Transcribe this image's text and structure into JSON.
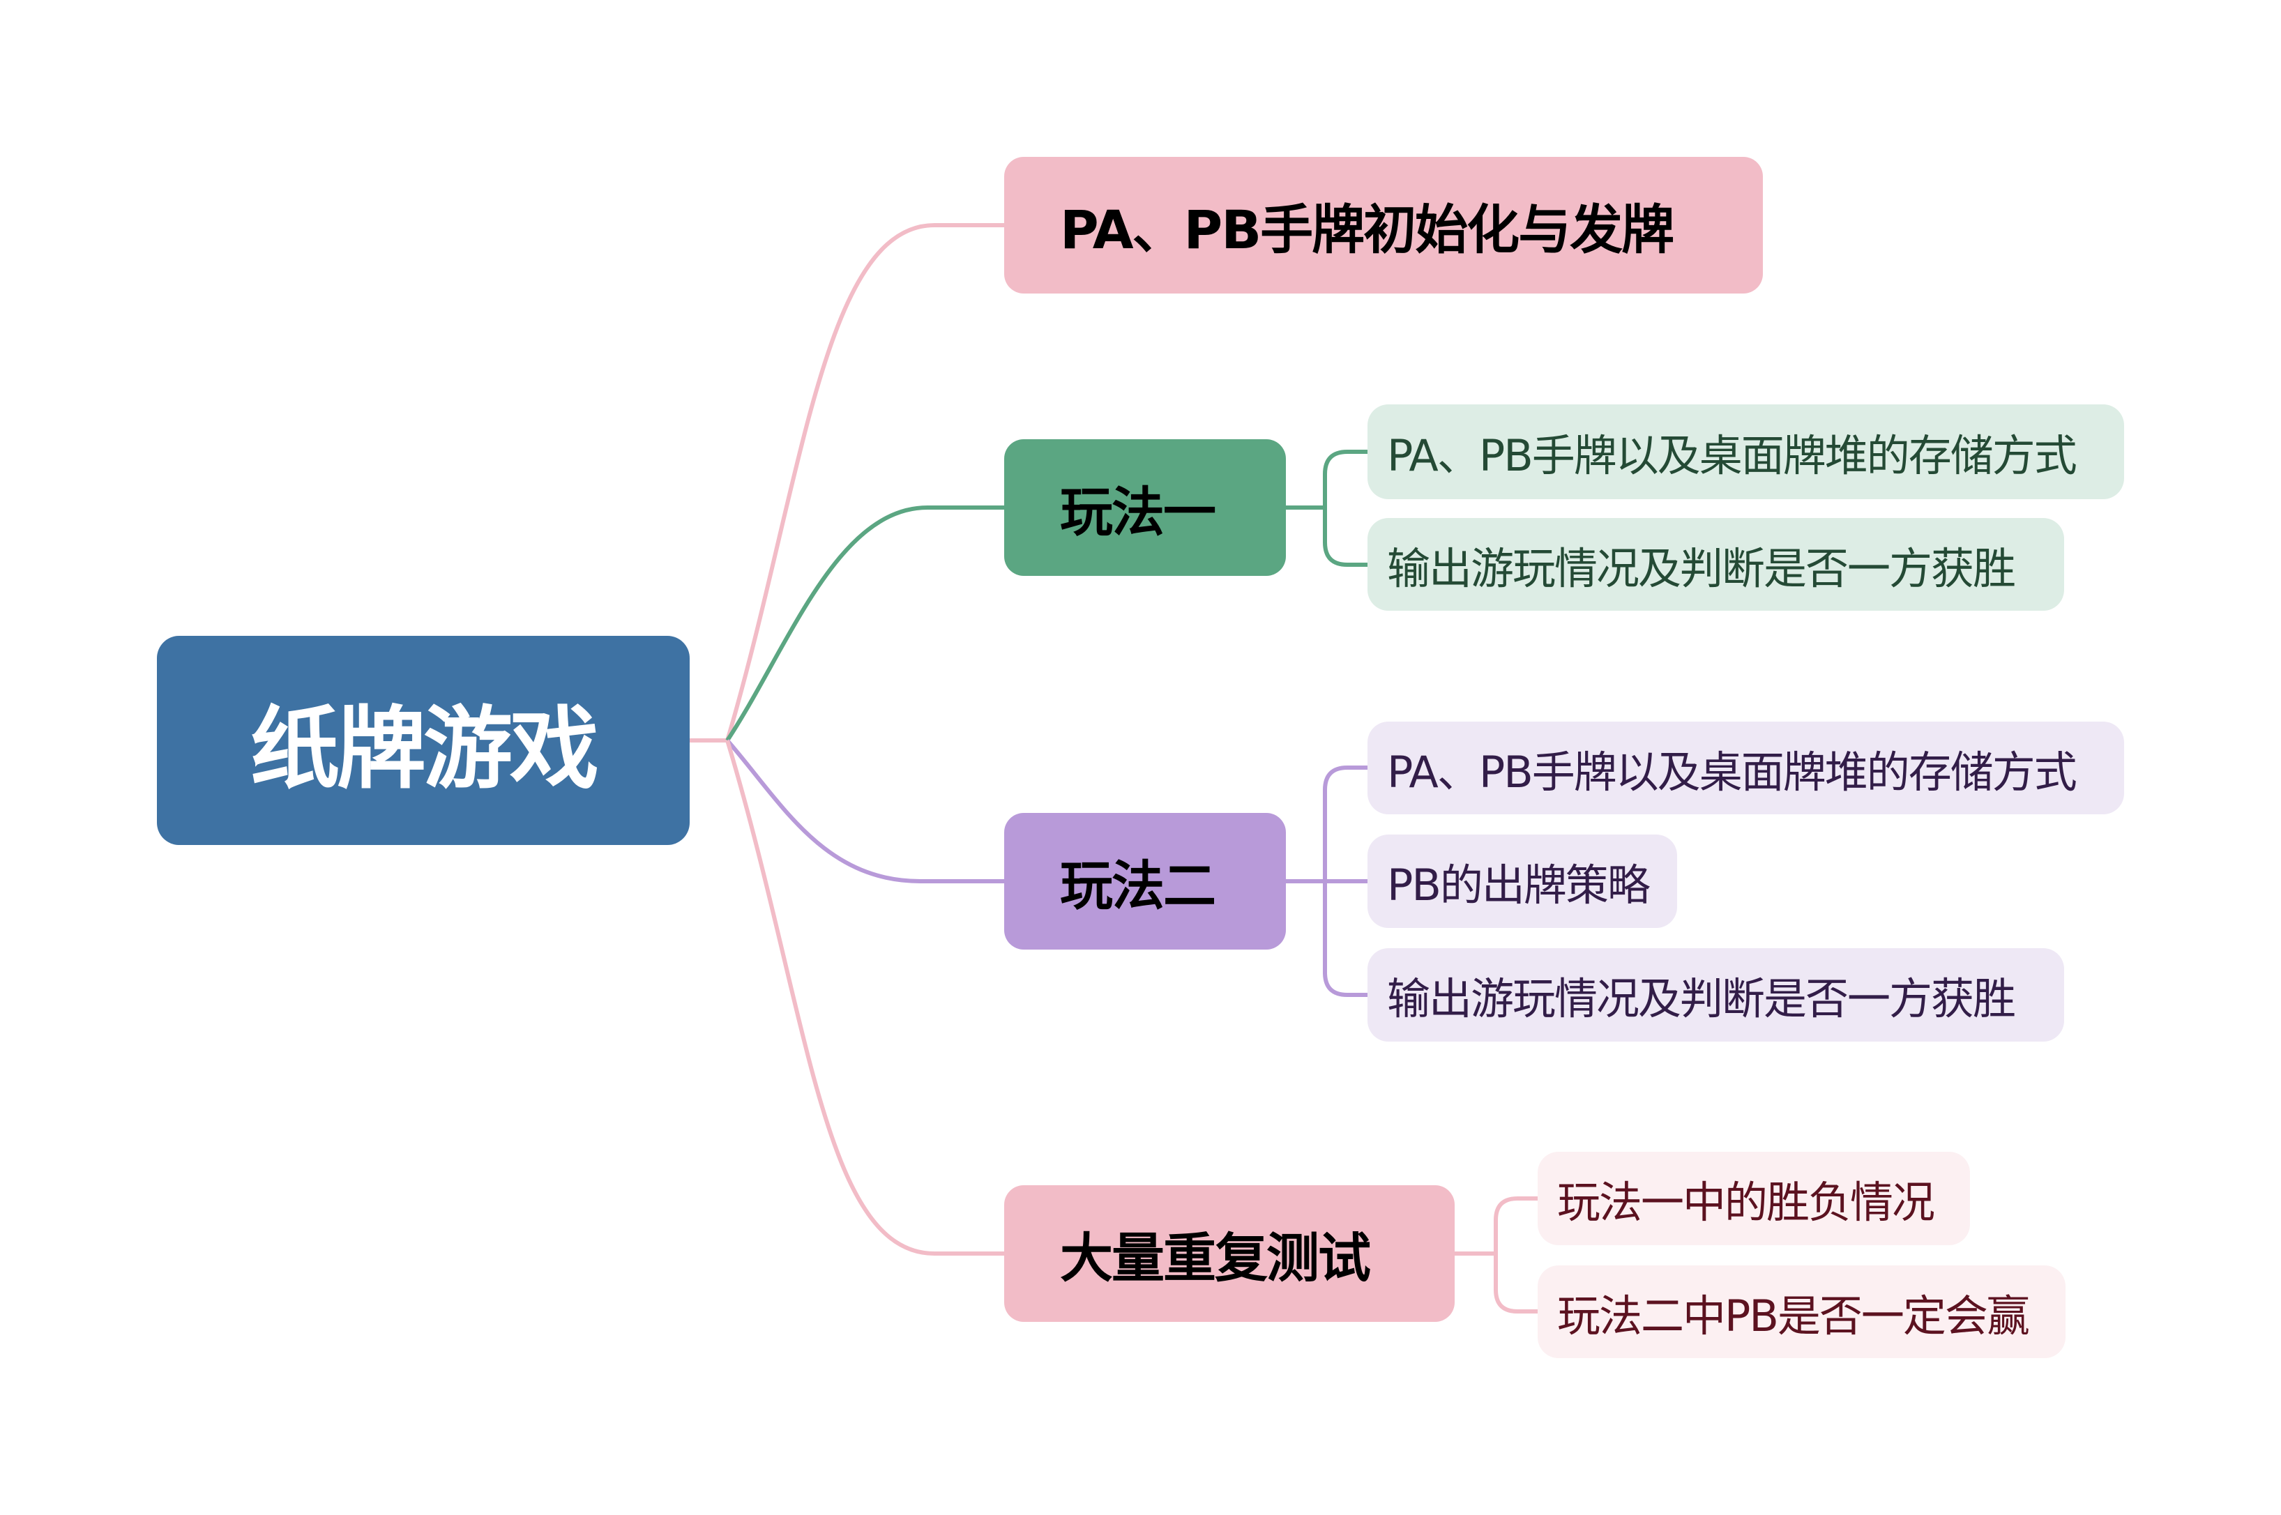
{
  "root": {
    "label": "纸牌游戏"
  },
  "colors": {
    "root": "#3e72a3",
    "branch_pink": "#f2bcc7",
    "branch_green": "#5ba682",
    "branch_purple": "#b89ad9"
  },
  "branches": [
    {
      "label": "PA、PB手牌初始化与发牌",
      "children": []
    },
    {
      "label": "玩法一",
      "children": [
        {
          "label": "PA、PB手牌以及桌面牌堆的存储方式"
        },
        {
          "label": "输出游玩情况及判断是否一方获胜"
        }
      ]
    },
    {
      "label": "玩法二",
      "children": [
        {
          "label": "PA、PB手牌以及桌面牌堆的存储方式"
        },
        {
          "label": "PB的出牌策略"
        },
        {
          "label": "输出游玩情况及判断是否一方获胜"
        }
      ]
    },
    {
      "label": "大量重复测试",
      "children": [
        {
          "label": "玩法一中的胜负情况"
        },
        {
          "label": "玩法二中PB是否一定会赢"
        }
      ]
    }
  ]
}
